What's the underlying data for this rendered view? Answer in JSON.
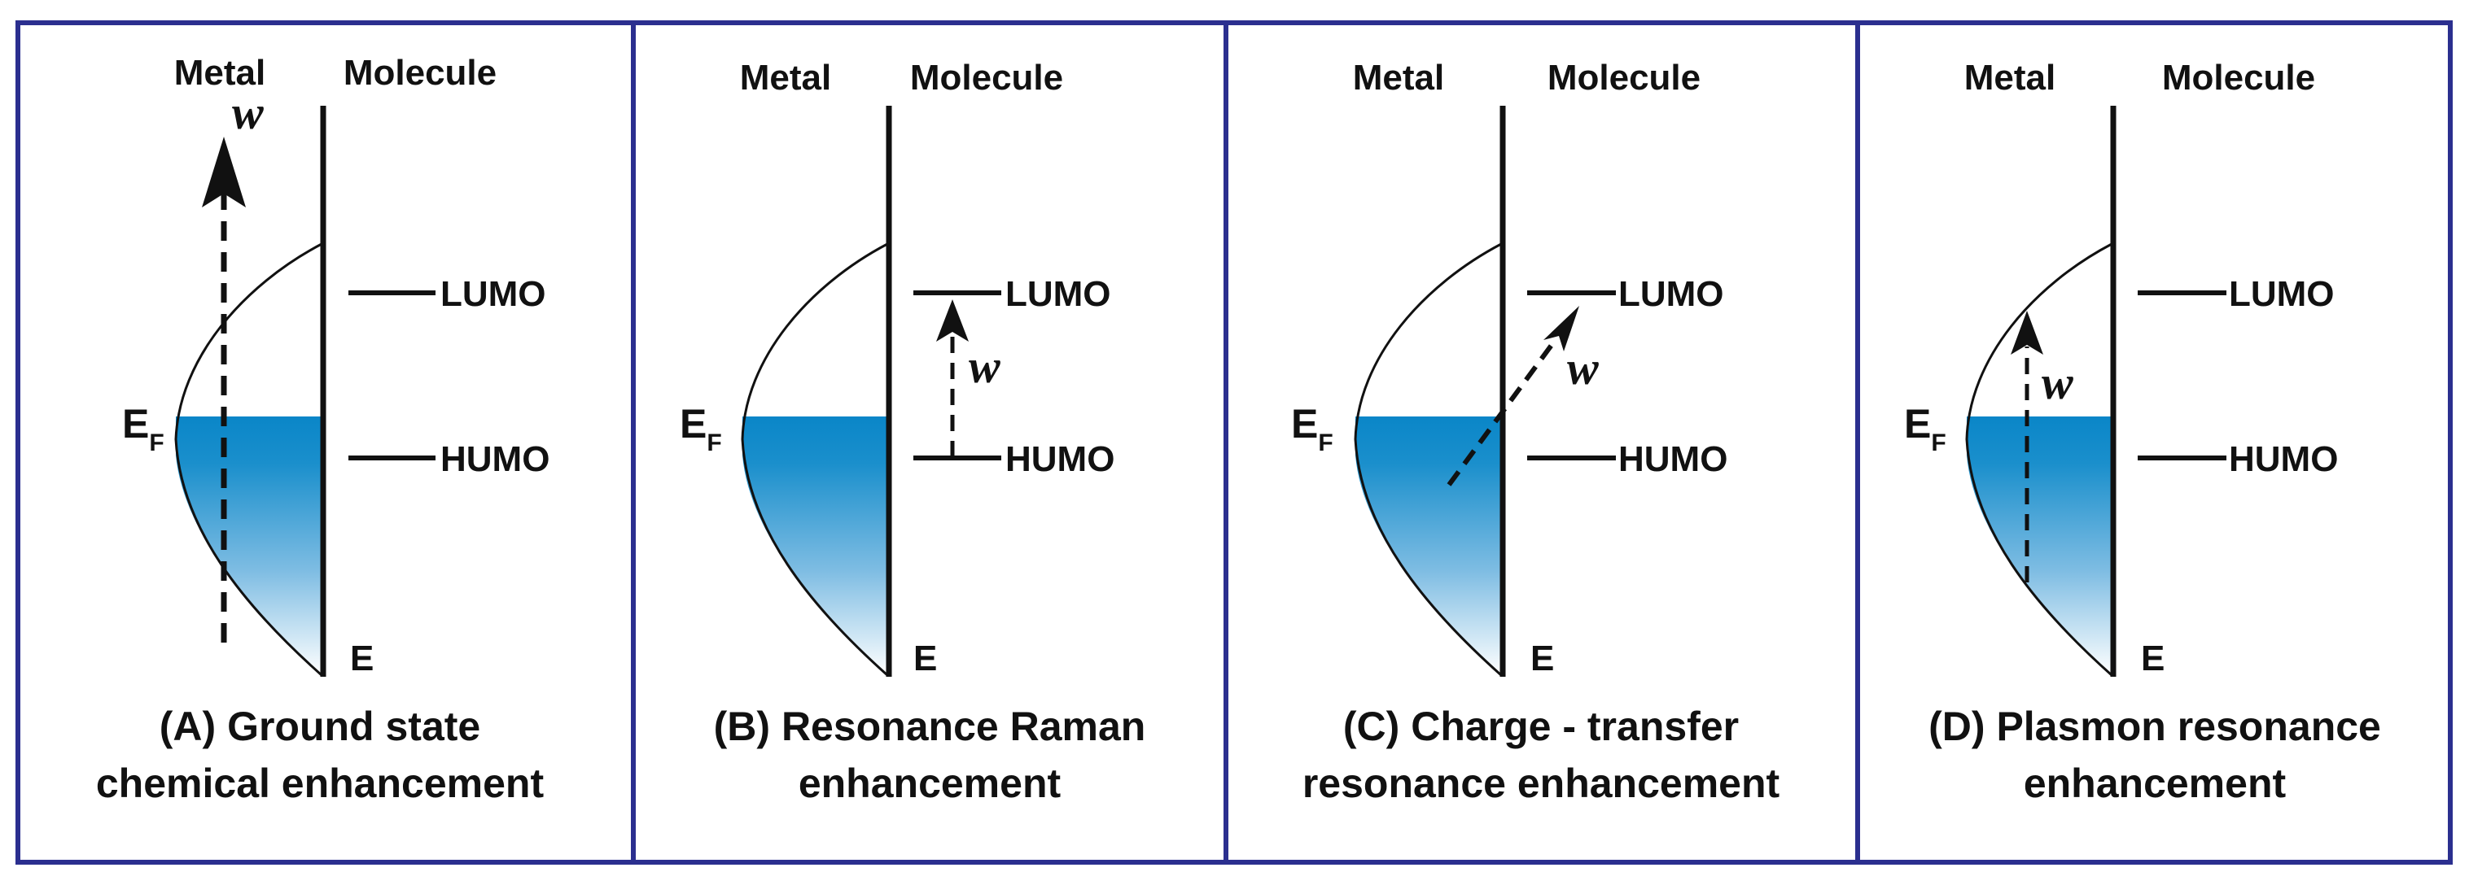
{
  "colors": {
    "frame": "#2b2f8f",
    "line": "#111111",
    "fill_top": "#0a86c8",
    "fill_bottom": "#ffffff"
  },
  "panels": [
    {
      "id": "a",
      "metal_label": "Metal",
      "molecule_label": "Molecule",
      "lumo_label": "LUMO",
      "homo_label": "HUMO",
      "fermi_label": "E",
      "fermi_sub": "F",
      "energy_label": "E",
      "omega_label": "w",
      "caption_line1": "(A) Ground state",
      "caption_line2": "chemical enhancement"
    },
    {
      "id": "b",
      "metal_label": "Metal",
      "molecule_label": "Molecule",
      "lumo_label": "LUMO",
      "homo_label": "HUMO",
      "fermi_label": "E",
      "fermi_sub": "F",
      "energy_label": "E",
      "omega_label": "w",
      "caption_line1": "(B) Resonance Raman",
      "caption_line2": "enhancement"
    },
    {
      "id": "c",
      "metal_label": "Metal",
      "molecule_label": "Molecule",
      "lumo_label": "LUMO",
      "homo_label": "HUMO",
      "fermi_label": "E",
      "fermi_sub": "F",
      "energy_label": "E",
      "omega_label": "w",
      "caption_line1": "(C) Charge - transfer",
      "caption_line2": "resonance enhancement"
    },
    {
      "id": "d",
      "metal_label": "Metal",
      "molecule_label": "Molecule",
      "lumo_label": "LUMO",
      "homo_label": "HUMO",
      "fermi_label": "E",
      "fermi_sub": "F",
      "energy_label": "E",
      "omega_label": "w",
      "caption_line1": "(D) Plasmon resonance",
      "caption_line2": "enhancement"
    }
  ]
}
